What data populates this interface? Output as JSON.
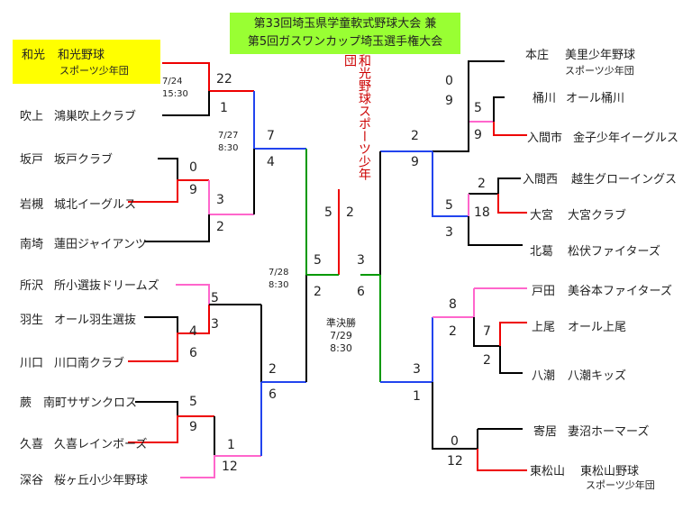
{
  "title": {
    "line1": "第33回埼玉県学童軟式野球大会 兼",
    "line2": "第5回ガスワンカップ埼玉選手権大会"
  },
  "left_teams": [
    {
      "area": "和光",
      "name": "和光野球",
      "name2": "スポーツ少年団"
    },
    {
      "area": "吹上",
      "name": "鴻巣吹上クラブ"
    },
    {
      "area": "坂戸",
      "name": "坂戸クラブ"
    },
    {
      "area": "岩槻",
      "name": "城北イーグルス"
    },
    {
      "area": "南埼",
      "name": "蓮田ジャイアンツ"
    },
    {
      "area": "所沢",
      "name": "所小選抜ドリームズ"
    },
    {
      "area": "羽生",
      "name": "オール羽生選抜"
    },
    {
      "area": "川口",
      "name": "川口南クラブ"
    },
    {
      "area": "蕨",
      "name": "南町サザンクロス"
    },
    {
      "area": "久喜",
      "name": "久喜レインボーズ"
    },
    {
      "area": "深谷",
      "name": "桜ヶ丘小少年野球"
    }
  ],
  "right_teams": [
    {
      "area": "本庄",
      "name": "美里少年野球",
      "name2": "スポーツ少年団"
    },
    {
      "area": "桶川",
      "name": "オール桶川"
    },
    {
      "area": "入間市",
      "name": "金子少年イーグルス"
    },
    {
      "area": "入間西",
      "name": "越生グローイングス"
    },
    {
      "area": "大宮",
      "name": "大宮クラブ"
    },
    {
      "area": "北葛",
      "name": "松伏ファイターズ"
    },
    {
      "area": "戸田",
      "name": "美谷本ファイターズ"
    },
    {
      "area": "上尾",
      "name": "オール上尾"
    },
    {
      "area": "八潮",
      "name": "八潮キッズ"
    },
    {
      "area": "寄居",
      "name": "妻沼ホーマーズ"
    },
    {
      "area": "東松山",
      "name": "東松山野球",
      "name2": "スポーツ少年団"
    }
  ],
  "dates": {
    "d1": "7/24",
    "d1t": "15:30",
    "d2": "7/27",
    "d2t": "8:30",
    "d3": "7/28",
    "d3t": "8:30",
    "d4label": "準決勝",
    "d4": "7/29",
    "d4t": "8:30"
  },
  "winner_label": "和光野球スポーツ少年団",
  "scores": {
    "l1": "22",
    "l2": "1",
    "l3": "0",
    "l4": "9",
    "l5": "3",
    "l6": "2",
    "l7": "7",
    "l8": "4",
    "l9": "5",
    "l10": "3",
    "l11": "4",
    "l12": "6",
    "l13": "5",
    "l14": "9",
    "l15": "1",
    "l16": "12",
    "l17": "2",
    "l18": "6",
    "l19": "5",
    "l20": "2",
    "sf_l": "5",
    "sf_r": "2",
    "f_l": "3",
    "f_r": "6",
    "r1": "0",
    "r2": "9",
    "r3": "5",
    "r4": "9",
    "r5": "2",
    "r6": "18",
    "r7": "5",
    "r8": "3",
    "r9": "2",
    "r10": "9",
    "r11": "8",
    "r12": "2",
    "r13": "7",
    "r14": "2",
    "r15": "0",
    "r16": "12",
    "r17": "3",
    "r18": "1"
  },
  "colors": {
    "red": "#ee0000",
    "pink": "#ff66cc",
    "blue": "#2244ee",
    "green": "#009900",
    "black": "#000000",
    "title_bg": "#99ff33",
    "highlight": "#ffff00"
  }
}
